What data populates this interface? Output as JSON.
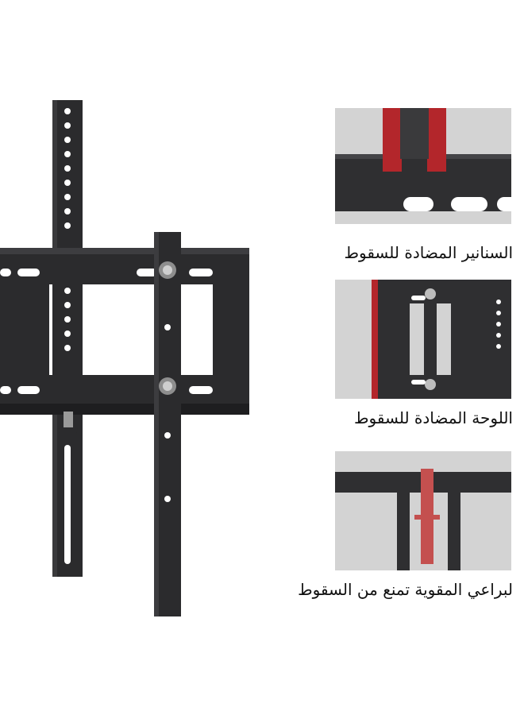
{
  "details": [
    {
      "caption": "السنانير المضادة للسقوط",
      "icon": "anti-fall-hooks"
    },
    {
      "caption": "اللوحة المضادة للسقوط",
      "icon": "anti-fall-plate"
    },
    {
      "caption": "لبراعي المقوية تمنع من السقوط",
      "icon": "reinforced-screws"
    }
  ],
  "colors": {
    "steel": "#2b2b2d",
    "steel_edge": "#1a1a1b",
    "panel_bg": "#d3d3d3",
    "accent_red": "#b3262b",
    "hole": "#ffffff"
  }
}
